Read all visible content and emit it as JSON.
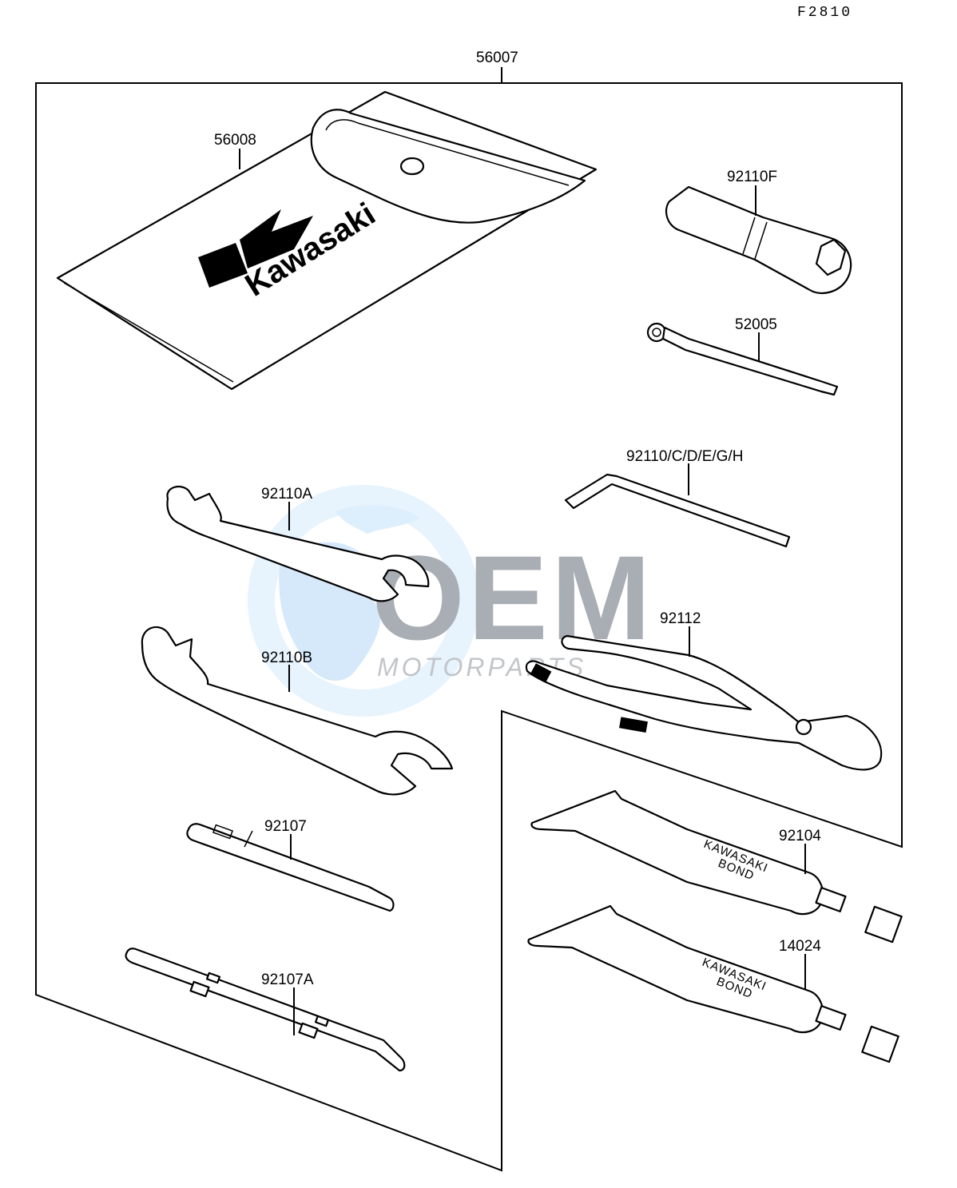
{
  "figure_code": "F2810",
  "watermark": {
    "main": "OEM",
    "sub": "MOTORPARTS",
    "accent_color": "#1e88e5"
  },
  "brand_text": "Kawasaki",
  "tube_text": {
    "line1": "KAWASAKI",
    "line2": "BOND"
  },
  "callouts": {
    "kit": "56007",
    "pouch": "56008",
    "plug_wrench": "92110F",
    "bar": "52005",
    "hex_key": "92110/C/D/E/G/H",
    "wrench_a": "92110A",
    "wrench_b": "92110B",
    "pliers": "92112",
    "screwdriver": "92107",
    "screwdriver_a": "92107A",
    "bond_1": "92104",
    "bond_2": "14024"
  }
}
